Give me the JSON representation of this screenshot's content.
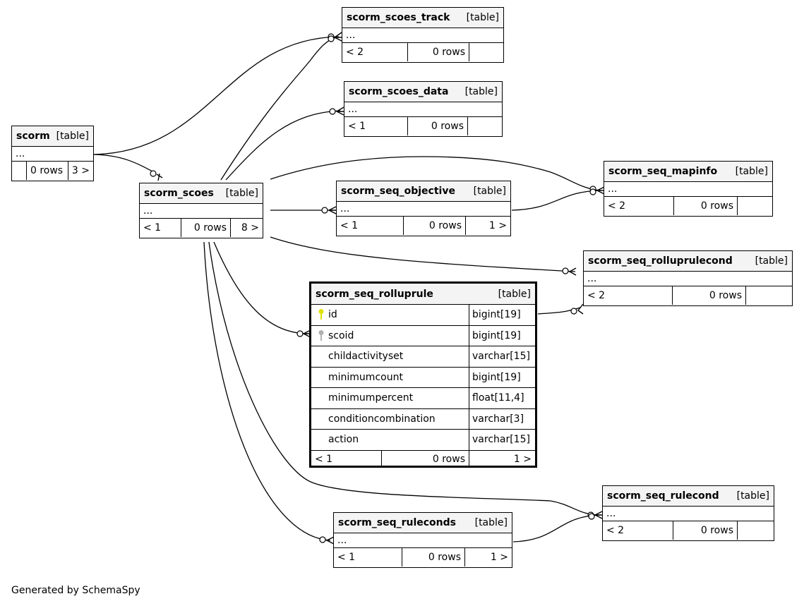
{
  "tables": {
    "scorm": {
      "name": "scorm",
      "type": "[table]",
      "ellipsis": "...",
      "parents": "",
      "rows": "0 rows",
      "children": "3 >"
    },
    "scorm_scoes": {
      "name": "scorm_scoes",
      "type": "[table]",
      "ellipsis": "...",
      "parents": "< 1",
      "rows": "0 rows",
      "children": "8 >"
    },
    "scorm_scoes_track": {
      "name": "scorm_scoes_track",
      "type": "[table]",
      "ellipsis": "...",
      "parents": "< 2",
      "rows": "0 rows",
      "children": ""
    },
    "scorm_scoes_data": {
      "name": "scorm_scoes_data",
      "type": "[table]",
      "ellipsis": "...",
      "parents": "< 1",
      "rows": "0 rows",
      "children": ""
    },
    "scorm_seq_mapinfo": {
      "name": "scorm_seq_mapinfo",
      "type": "[table]",
      "ellipsis": "...",
      "parents": "< 2",
      "rows": "0 rows",
      "children": ""
    },
    "scorm_seq_objective": {
      "name": "scorm_seq_objective",
      "type": "[table]",
      "ellipsis": "...",
      "parents": "< 1",
      "rows": "0 rows",
      "children": "1 >"
    },
    "scorm_seq_rolluprulecond": {
      "name": "scorm_seq_rolluprulecond",
      "type": "[table]",
      "ellipsis": "...",
      "parents": "< 2",
      "rows": "0 rows",
      "children": ""
    },
    "scorm_seq_rollupriule_placeholder": null,
    "scorm_seq_rolluprule": {
      "name": "scorm_seq_rolluprule",
      "type": "[table]",
      "columns": [
        {
          "name": "id",
          "type": "bigint[19]",
          "key": "primary"
        },
        {
          "name": "scoid",
          "type": "bigint[19]",
          "key": "foreign"
        },
        {
          "name": "childactivityset",
          "type": "varchar[15]",
          "key": ""
        },
        {
          "name": "minimumcount",
          "type": "bigint[19]",
          "key": ""
        },
        {
          "name": "minimumpercent",
          "type": "float[11,4]",
          "key": ""
        },
        {
          "name": "conditioncombination",
          "type": "varchar[3]",
          "key": ""
        },
        {
          "name": "action",
          "type": "varchar[15]",
          "key": ""
        }
      ],
      "parents": "< 1",
      "rows": "0 rows",
      "children": "1 >"
    },
    "scorm_seq_rulecond": {
      "name": "scorm_seq_rulecond",
      "type": "[table]",
      "ellipsis": "...",
      "parents": "< 2",
      "rows": "0 rows",
      "children": ""
    },
    "scorm_seq_ruleconds": {
      "name": "scorm_seq_ruleconds",
      "type": "[table]",
      "ellipsis": "...",
      "parents": "< 1",
      "rows": "0 rows",
      "children": "1 >"
    }
  },
  "relationships": [
    {
      "from": "scorm",
      "to": "scorm_scoes_track"
    },
    {
      "from": "scorm",
      "to": "scorm_scoes"
    },
    {
      "from": "scorm_scoes",
      "to": "scorm_scoes_track"
    },
    {
      "from": "scorm_scoes",
      "to": "scorm_scoes_data"
    },
    {
      "from": "scorm_scoes",
      "to": "scorm_seq_mapinfo"
    },
    {
      "from": "scorm_scoes",
      "to": "scorm_seq_objective"
    },
    {
      "from": "scorm_seq_objective",
      "to": "scorm_seq_mapinfo"
    },
    {
      "from": "scorm_scoes",
      "to": "scorm_seq_rolluprulecond"
    },
    {
      "from": "scorm_scoes",
      "to": "scorm_seq_rolluprule"
    },
    {
      "from": "scorm_seq_rolluprule",
      "to": "scorm_seq_rolluprulecond"
    },
    {
      "from": "scorm_scoes",
      "to": "scorm_seq_rulecond"
    },
    {
      "from": "scorm_scoes",
      "to": "scorm_seq_ruleconds"
    },
    {
      "from": "scorm_seq_ruleconds",
      "to": "scorm_seq_rulecond"
    }
  ],
  "colors": {
    "primary_key": "#e0e000",
    "foreign_key": "#b0b0b0",
    "header_bg": "#f4f4f4"
  },
  "footer": {
    "credit": "Generated by SchemaSpy"
  }
}
